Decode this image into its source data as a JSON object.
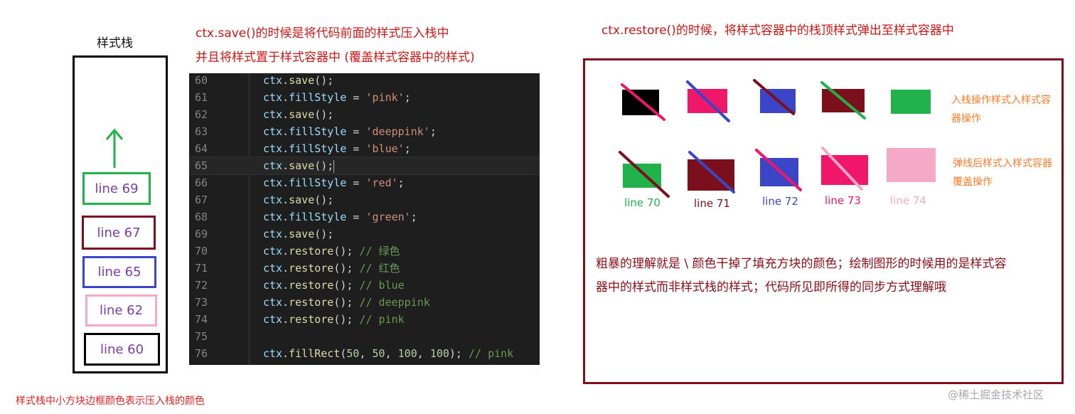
{
  "stack": {
    "title": "样式栈",
    "items": [
      {
        "label": "line 69",
        "border": "#22b24c"
      },
      {
        "label": "line 67",
        "border": "#7b0f1c"
      },
      {
        "label": "line 65",
        "border": "#3b45c8"
      },
      {
        "label": "line 62",
        "border": "#f6a9c6"
      },
      {
        "label": "line 60",
        "border": "#000000"
      }
    ],
    "arrow_color": "#22b24c",
    "caption": "样式栈中小方块边框颜色表示压入栈的颜色"
  },
  "notes": {
    "save_line1": "ctx.save()的时候是将代码前面的样式压入栈中",
    "save_line2": "并且将样式置于样式容器中 (覆盖样式容器中的样式)",
    "restore": "ctx.restore()的时候，将样式容器中的栈顶样式弹出至样式容器中"
  },
  "code": {
    "lines": [
      {
        "n": "60",
        "tokens": [
          [
            "ctx",
            "obj"
          ],
          [
            ".",
            "p"
          ],
          [
            "save",
            "fn"
          ],
          [
            "();",
            "p"
          ]
        ]
      },
      {
        "n": "61",
        "tokens": [
          [
            "ctx",
            "obj"
          ],
          [
            ".",
            "p"
          ],
          [
            "fillStyle",
            "obj"
          ],
          [
            " = ",
            "p"
          ],
          [
            "'pink'",
            "str"
          ],
          [
            ";",
            "p"
          ]
        ]
      },
      {
        "n": "62",
        "tokens": [
          [
            "ctx",
            "obj"
          ],
          [
            ".",
            "p"
          ],
          [
            "save",
            "fn"
          ],
          [
            "();",
            "p"
          ]
        ]
      },
      {
        "n": "63",
        "tokens": [
          [
            "ctx",
            "obj"
          ],
          [
            ".",
            "p"
          ],
          [
            "fillStyle",
            "obj"
          ],
          [
            " = ",
            "p"
          ],
          [
            "'deeppink'",
            "str"
          ],
          [
            ";",
            "p"
          ]
        ]
      },
      {
        "n": "64",
        "tokens": [
          [
            "ctx",
            "obj"
          ],
          [
            ".",
            "p"
          ],
          [
            "fillStyle",
            "obj"
          ],
          [
            " = ",
            "p"
          ],
          [
            "'blue'",
            "str"
          ],
          [
            ";",
            "p"
          ]
        ]
      },
      {
        "n": "65",
        "tokens": [
          [
            "ctx",
            "obj"
          ],
          [
            ".",
            "p"
          ],
          [
            "save",
            "fn"
          ],
          [
            "();",
            "p"
          ]
        ],
        "current": true
      },
      {
        "n": "66",
        "tokens": [
          [
            "ctx",
            "obj"
          ],
          [
            ".",
            "p"
          ],
          [
            "fillStyle",
            "obj"
          ],
          [
            " = ",
            "p"
          ],
          [
            "'red'",
            "str"
          ],
          [
            ";",
            "p"
          ]
        ]
      },
      {
        "n": "67",
        "tokens": [
          [
            "ctx",
            "obj"
          ],
          [
            ".",
            "p"
          ],
          [
            "save",
            "fn"
          ],
          [
            "();",
            "p"
          ]
        ]
      },
      {
        "n": "68",
        "tokens": [
          [
            "ctx",
            "obj"
          ],
          [
            ".",
            "p"
          ],
          [
            "fillStyle",
            "obj"
          ],
          [
            " = ",
            "p"
          ],
          [
            "'green'",
            "str"
          ],
          [
            ";",
            "p"
          ]
        ]
      },
      {
        "n": "69",
        "tokens": [
          [
            "ctx",
            "obj"
          ],
          [
            ".",
            "p"
          ],
          [
            "save",
            "fn"
          ],
          [
            "();",
            "p"
          ]
        ]
      },
      {
        "n": "70",
        "tokens": [
          [
            "ctx",
            "obj"
          ],
          [
            ".",
            "p"
          ],
          [
            "restore",
            "fn"
          ],
          [
            "(); ",
            "p"
          ],
          [
            "// 绿色",
            "com"
          ]
        ]
      },
      {
        "n": "71",
        "tokens": [
          [
            "ctx",
            "obj"
          ],
          [
            ".",
            "p"
          ],
          [
            "restore",
            "fn"
          ],
          [
            "(); ",
            "p"
          ],
          [
            "// 红色",
            "com"
          ]
        ]
      },
      {
        "n": "72",
        "tokens": [
          [
            "ctx",
            "obj"
          ],
          [
            ".",
            "p"
          ],
          [
            "restore",
            "fn"
          ],
          [
            "(); ",
            "p"
          ],
          [
            "// blue",
            "com"
          ]
        ]
      },
      {
        "n": "73",
        "tokens": [
          [
            "ctx",
            "obj"
          ],
          [
            ".",
            "p"
          ],
          [
            "restore",
            "fn"
          ],
          [
            "(); ",
            "p"
          ],
          [
            "// deeppink",
            "com"
          ]
        ]
      },
      {
        "n": "74",
        "tokens": [
          [
            "ctx",
            "obj"
          ],
          [
            ".",
            "p"
          ],
          [
            "restore",
            "fn"
          ],
          [
            "(); ",
            "p"
          ],
          [
            "// pink",
            "com"
          ]
        ]
      },
      {
        "n": "75",
        "tokens": []
      },
      {
        "n": "76",
        "tokens": [
          [
            "ctx",
            "obj"
          ],
          [
            ".",
            "p"
          ],
          [
            "fillRect",
            "fn"
          ],
          [
            "(",
            "p"
          ],
          [
            "50",
            "num"
          ],
          [
            ", ",
            "p"
          ],
          [
            "50",
            "num"
          ],
          [
            ", ",
            "p"
          ],
          [
            "100",
            "num"
          ],
          [
            ", ",
            "p"
          ],
          [
            "100",
            "num"
          ],
          [
            "); ",
            "p"
          ],
          [
            "// pink",
            "com"
          ]
        ]
      }
    ]
  },
  "push_row": {
    "note_line1": "入栈操作样式入样式容",
    "note_line2": "器操作",
    "blocks": [
      {
        "fill": "#000000",
        "slash": "#f0166a"
      },
      {
        "fill": "#f0166a",
        "slash": "#3b45c8"
      },
      {
        "fill": "#3b45c8",
        "slash": "#7b0f1c"
      },
      {
        "fill": "#7b0f1c",
        "slash": "#22b24c"
      },
      {
        "fill": "#22b24c",
        "slash": null
      }
    ]
  },
  "pop_row": {
    "note_line1": "弹线后样式入样式容器",
    "note_line2": "覆盖操作",
    "blocks": [
      {
        "fill": "#22b24c",
        "slash": "#7b0f1c",
        "label": "line 70",
        "label_color": "#22b24c"
      },
      {
        "fill": "#7b0f1c",
        "slash": "#3b45c8",
        "label": "line 71",
        "label_color": "#7b0f1c"
      },
      {
        "fill": "#3b45c8",
        "slash": "#f0166a",
        "label": "line 72",
        "label_color": "#3b45c8"
      },
      {
        "fill": "#f0166a",
        "slash": "#f6a9c6",
        "label": "line 73",
        "label_color": "#f0166a"
      },
      {
        "fill": "#f6a9c6",
        "slash": null,
        "label": "line 74",
        "label_color": "#f6a9c6"
      }
    ]
  },
  "summary": {
    "line1": "粗暴的理解就是 \\ 颜色干掉了填充方块的颜色；绘制图形的时候用的是样式容",
    "line2": "器中的样式而非样式栈的样式；代码所见即所得的同步方式理解哦"
  },
  "watermark": "@稀土掘金技术社区"
}
